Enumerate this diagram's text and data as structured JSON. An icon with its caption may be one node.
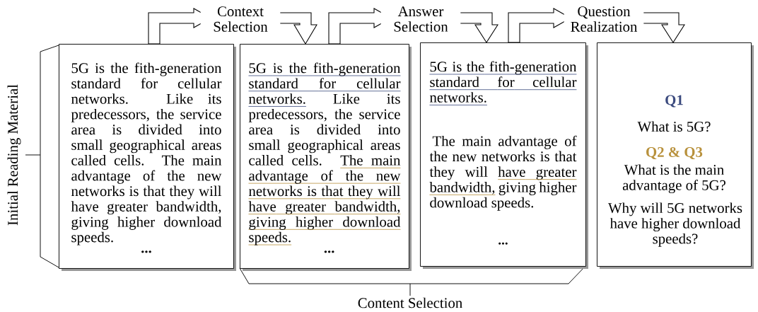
{
  "diagram": {
    "nodes": [
      {
        "text": [
          "5G is the fith-generation standard for cellular networks. Like its predecessors, the service area is divided into small geographical areas called cells. The main advantage of the new networks is that they will have greater bandwidth, giving higher download speeds.",
          "..."
        ]
      },
      {
        "text": [
          "5G is the fith-generation standard for cellular networks.",
          "Like its predecessors, the service area is divided into small geographical areas called cells.",
          "The main advantage of the new networks is that they will have greater bandwidth, giving higher download speeds.",
          "..."
        ]
      },
      {
        "text": [
          "5G is the fith-generation standard for cellular networks.",
          "The main advantage of the new networks is that they will",
          "have greater bandwidth,",
          "giving higher download speeds.",
          "..."
        ]
      },
      {
        "text": [
          "Q1",
          "What is 5G?",
          "Q2 & Q3",
          "What is the main advantage of 5G?",
          "Why will 5G networks have higher download speeds?"
        ]
      }
    ],
    "edges": [
      {
        "from": 0,
        "to": 1,
        "arrow": "to",
        "label": "Context Selection"
      },
      {
        "from": 1,
        "to": 2,
        "arrow": "to",
        "label": "Answer Selection"
      },
      {
        "from": 2,
        "to": 3,
        "arrow": "to",
        "label": "Question Realization"
      }
    ],
    "labels": [
      "Initial Reading Material",
      "Content Selection"
    ]
  }
}
